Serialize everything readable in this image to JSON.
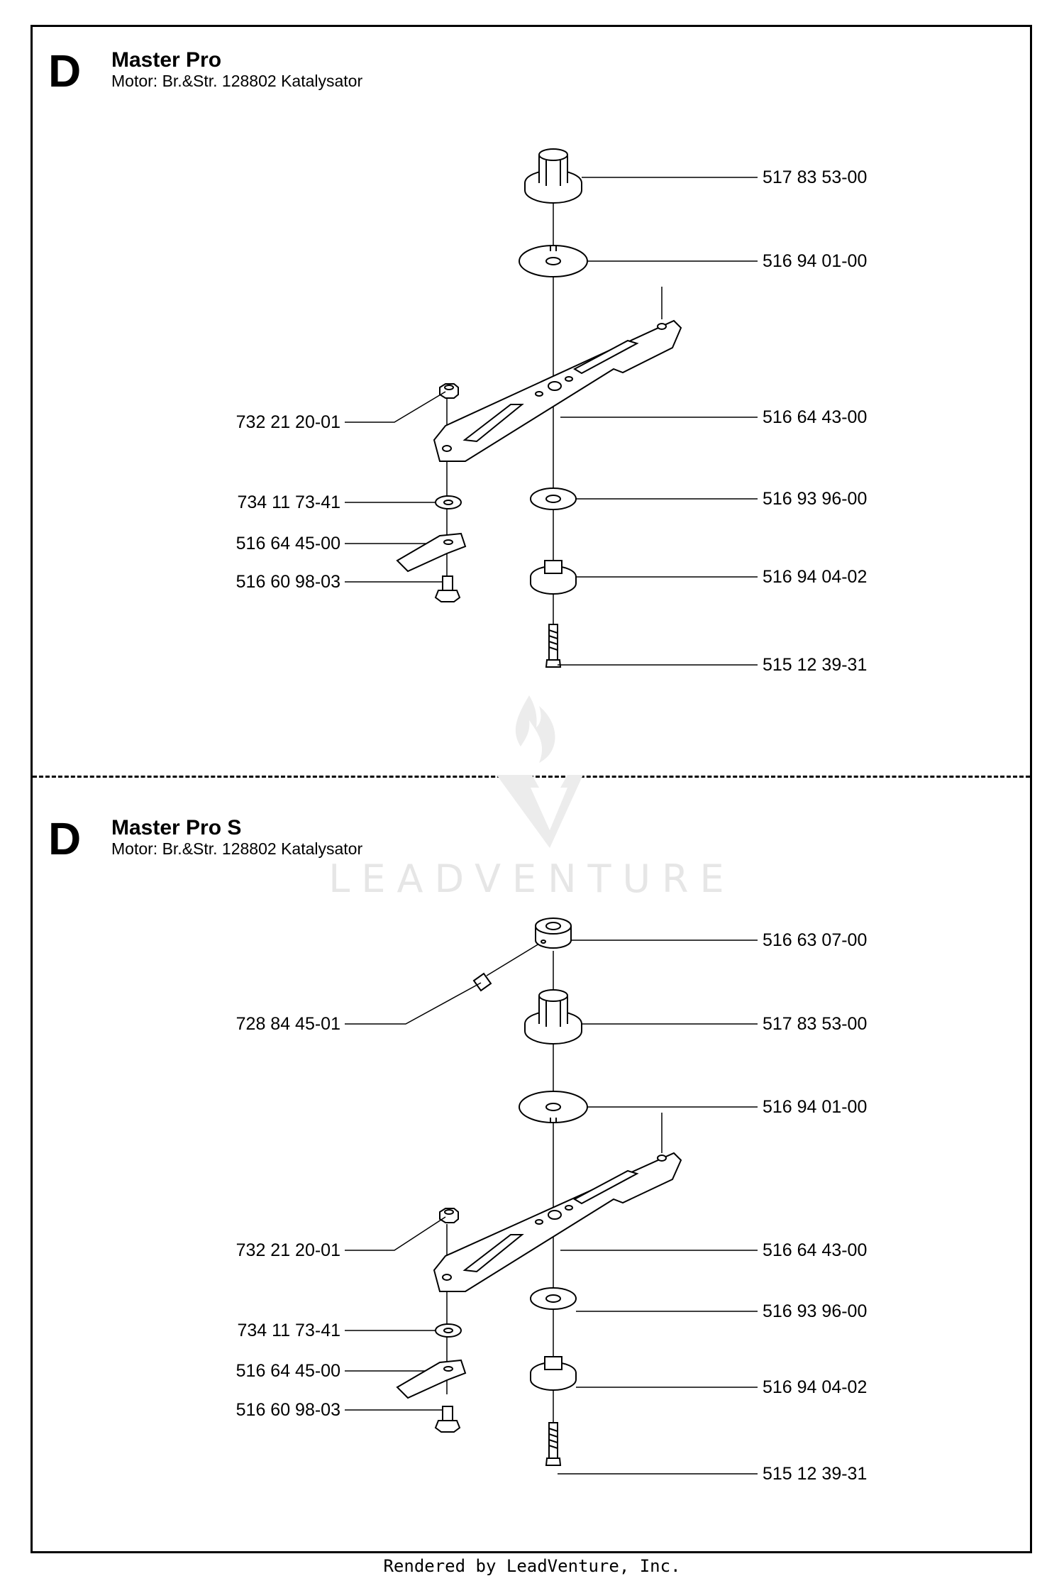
{
  "sections": [
    {
      "letter": "D",
      "title": "Master Pro",
      "subtitle": "Motor: Br.&Str. 128802 Katalysator",
      "right_labels": [
        "517 83 53-00",
        "516 94 01-00",
        "516 64 43-00",
        "516 93 96-00",
        "516 94 04-02",
        "515 12 39-31"
      ],
      "left_labels": [
        "732 21 20-01",
        "734 11 73-41",
        "516 64 45-00",
        "516 60 98-03"
      ]
    },
    {
      "letter": "D",
      "title": "Master Pro S",
      "subtitle": "Motor: Br.&Str. 128802 Katalysator",
      "right_labels": [
        "516 63 07-00",
        "517 83 53-00",
        "516 94 01-00",
        "516 64 43-00",
        "516 93 96-00",
        "516 94 04-02",
        "515 12 39-31"
      ],
      "left_labels": [
        "728 84 45-01",
        "732 21 20-01",
        "734 11 73-41",
        "516 64 45-00",
        "516 60 98-03"
      ]
    }
  ],
  "watermark": "LEADVENTURE",
  "footer": "Rendered by LeadVenture, Inc."
}
